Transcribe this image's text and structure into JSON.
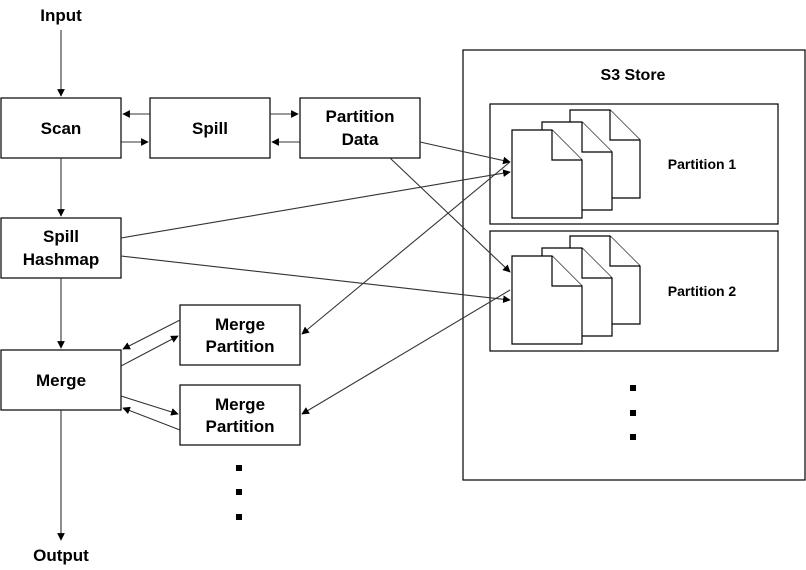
{
  "labels": {
    "input": "Input",
    "output": "Output",
    "scan": "Scan",
    "spill": "Spill",
    "partition_data_line1": "Partition",
    "partition_data_line2": "Data",
    "spill_hashmap_line1": "Spill",
    "spill_hashmap_line2": "Hashmap",
    "merge": "Merge",
    "merge_partition_1_line1": "Merge",
    "merge_partition_1_line2": "Partition",
    "merge_partition_2_line1": "Merge",
    "merge_partition_2_line2": "Partition",
    "s3_store": "S3 Store",
    "partition_1": "Partition 1",
    "partition_2": "Partition 2"
  }
}
